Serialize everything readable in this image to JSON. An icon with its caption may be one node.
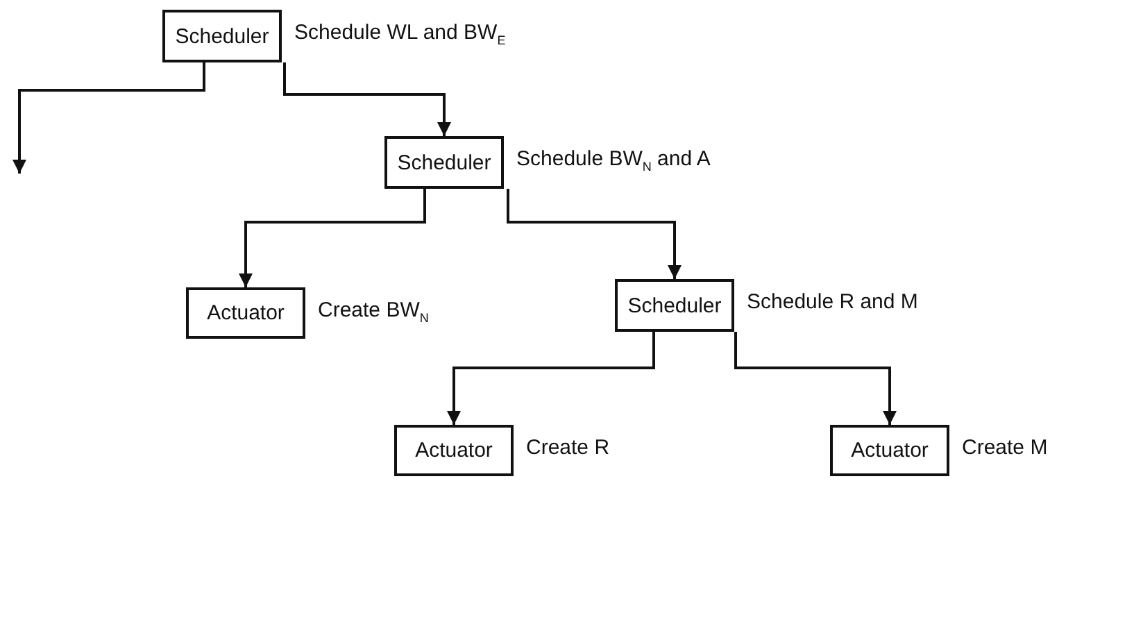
{
  "diagram": {
    "nodes": [
      {
        "text": [
          "Scheduler"
        ],
        "beside": [
          "Schedule WL and BW$_{E}$"
        ]
      },
      {
        "text": [
          "Scheduler"
        ],
        "beside": [
          "Schedule BW$_{N}$ and A"
        ]
      },
      {
        "text": [
          "Actuator"
        ],
        "beside": [
          "Create BW$_{N}$"
        ]
      },
      {
        "text": [
          "Scheduler"
        ],
        "beside": [
          "Schedule R and M"
        ]
      },
      {
        "text": [
          "Actuator"
        ],
        "beside": [
          "Create R"
        ]
      },
      {
        "text": [
          "Actuator"
        ],
        "beside": [
          "Create M"
        ]
      }
    ],
    "edges": [
      {
        "from": 0,
        "to": null,
        "arrow": "to"
      },
      {
        "from": 0,
        "to": 1,
        "arrow": "to"
      },
      {
        "from": 1,
        "to": 2,
        "arrow": "to"
      },
      {
        "from": 1,
        "to": 3,
        "arrow": "to"
      },
      {
        "from": 3,
        "to": 4,
        "arrow": "to"
      },
      {
        "from": 3,
        "to": 5,
        "arrow": "to"
      }
    ]
  }
}
